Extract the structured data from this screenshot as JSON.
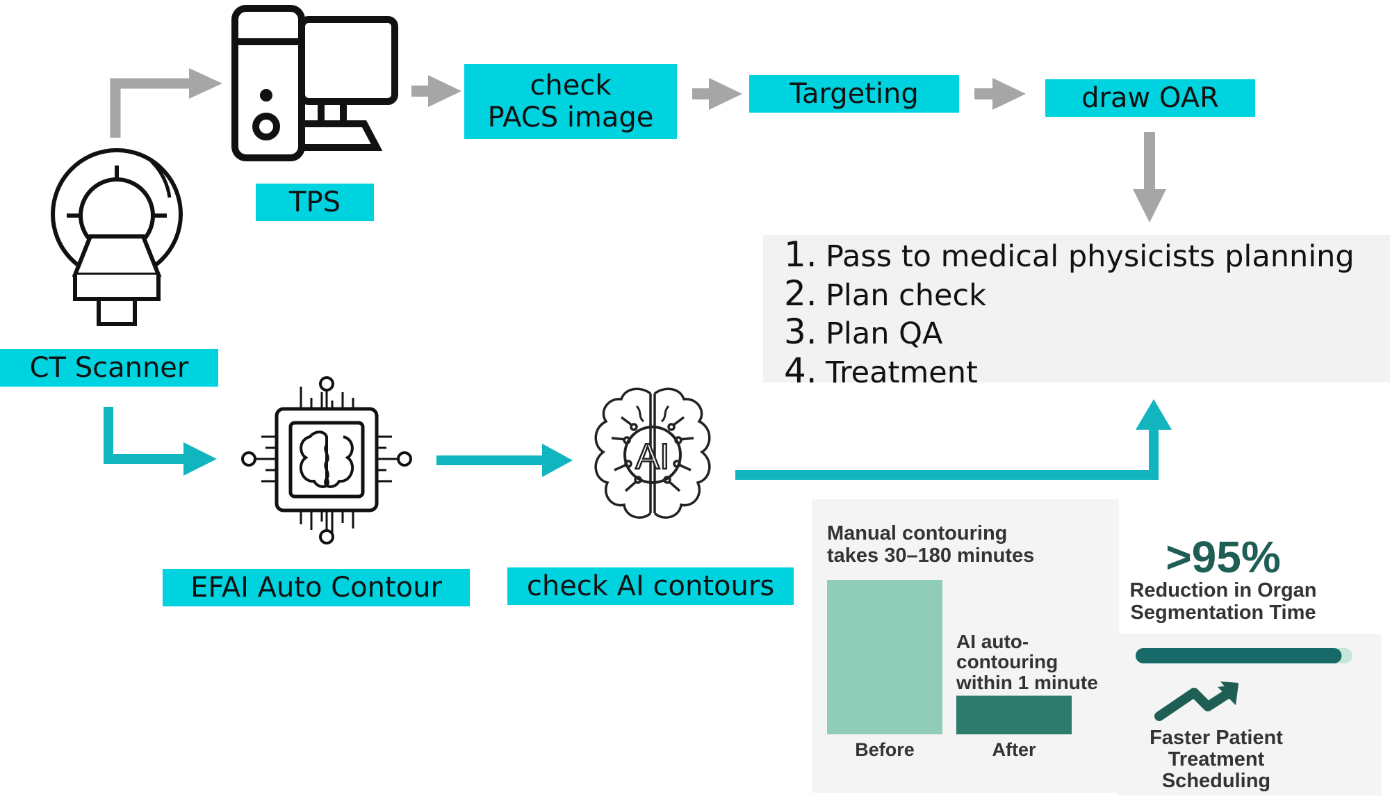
{
  "top_flow": {
    "tps_label": "TPS",
    "check_pacs_line1": "check",
    "check_pacs_line2": "PACS image",
    "targeting_label": "Targeting",
    "draw_oar_label": "draw OAR"
  },
  "ct_scanner_label": "CT Scanner",
  "bottom_flow": {
    "efai_label": "EFAI Auto Contour",
    "check_ai_label": "check AI contours",
    "ai_icon_text": "AI"
  },
  "steps": [
    {
      "num": "1.",
      "text": "Pass to medical  physicists planning"
    },
    {
      "num": "2.",
      "text": "Plan check"
    },
    {
      "num": "3.",
      "text": "Plan QA"
    },
    {
      "num": "4.",
      "text": "Treatment"
    }
  ],
  "stats": {
    "manual_line1": "Manual contouring",
    "manual_line2": "takes 30–180 minutes",
    "ai_line1": "AI auto-",
    "ai_line2": "contouring",
    "ai_line3": "within 1 minute",
    "before_label": "Before",
    "after_label": "After",
    "percent": ">95%",
    "reduction_line1": "Reduction in Organ",
    "reduction_line2": "Segmentation Time",
    "faster_line1": "Faster Patient",
    "faster_line2": "Treatment",
    "faster_line3": "Scheduling"
  },
  "chart_data": {
    "type": "bar",
    "categories": [
      "Before",
      "After"
    ],
    "values": [
      180,
      45
    ],
    "title": "",
    "xlabel": "",
    "ylabel": ""
  },
  "progress": {
    "value_percent": 95
  },
  "colors": {
    "accent_cyan": "#00d3e0",
    "teal_arrow": "#10b5bf",
    "gray_arrow": "#a6a6a6",
    "bar_before": "#8fcdb9",
    "bar_after": "#2e7a6b",
    "progress_fill": "#176a68",
    "progress_track": "#c6e6d8"
  },
  "icons": [
    "ct-scanner-icon",
    "computer-icon",
    "chip-brain-icon",
    "ai-brain-icon",
    "trend-arrow-icon"
  ]
}
